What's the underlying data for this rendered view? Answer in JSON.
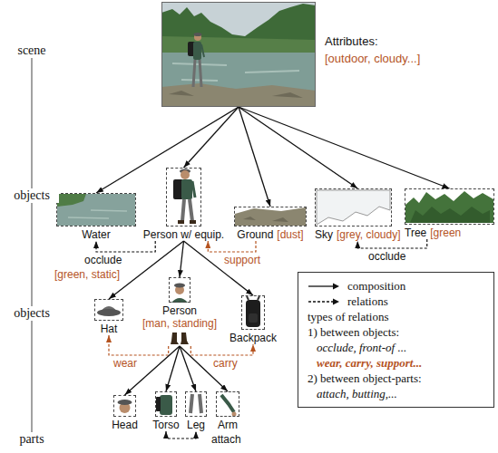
{
  "diagram": {
    "nodes": [
      {
        "text": [
          "Attributes:",
          "[outdoor, cloudy...]"
        ]
      },
      {
        "text": [
          "Water"
        ]
      },
      {
        "text": [
          "Person w/ equip."
        ]
      },
      {
        "text": [
          "Ground",
          "[dust]"
        ]
      },
      {
        "text": [
          "Sky",
          "[grey, cloudy]"
        ]
      },
      {
        "text": [
          "Tree",
          "[green"
        ]
      },
      {
        "text": [
          "Hat"
        ]
      },
      {
        "text": [
          "Person",
          "[man, standing]"
        ]
      },
      {
        "text": [
          "Backpack"
        ]
      },
      {
        "text": [
          "Head"
        ]
      },
      {
        "text": [
          "Torso"
        ]
      },
      {
        "text": [
          "Leg"
        ]
      },
      {
        "text": [
          "Arm"
        ]
      }
    ],
    "edges": [
      {
        "from": 0,
        "to": 1,
        "arrow": "to"
      },
      {
        "from": 0,
        "to": 2,
        "arrow": "to"
      },
      {
        "from": 0,
        "to": 3,
        "arrow": "to"
      },
      {
        "from": 0,
        "to": 4,
        "arrow": "to"
      },
      {
        "from": 0,
        "to": 5,
        "arrow": "to"
      },
      {
        "from": 2,
        "to": 1,
        "label": "occlude",
        "arrow": "to"
      },
      {
        "from": 3,
        "to": 2,
        "label": "support",
        "arrow": "to"
      },
      {
        "from": 5,
        "to": 4,
        "label": "occlude",
        "arrow": "to"
      },
      {
        "from": 2,
        "to": 6,
        "arrow": "to"
      },
      {
        "from": 2,
        "to": 7,
        "arrow": "to"
      },
      {
        "from": 2,
        "to": 8,
        "arrow": "to"
      },
      {
        "from": 7,
        "to": 6,
        "label": "wear",
        "arrow": "to"
      },
      {
        "from": 7,
        "to": 8,
        "label": "carry",
        "arrow": "to"
      },
      {
        "from": 7,
        "to": 9,
        "arrow": "to"
      },
      {
        "from": 7,
        "to": 10,
        "arrow": "to"
      },
      {
        "from": 7,
        "to": 11,
        "arrow": "to"
      },
      {
        "from": 7,
        "to": 12,
        "arrow": "to"
      },
      {
        "from": 10,
        "to": 11,
        "label": "attach",
        "arrow": "both"
      }
    ],
    "labels": [
      "scene",
      "objects",
      "objects",
      "parts",
      "[green, static]",
      "types of relations",
      "1) between objects:",
      "occlude, front-of ...",
      "wear, carry, support...",
      "2) between object-parts:",
      "attach, butting,..."
    ],
    "legend": [
      {
        "text": "composition"
      },
      {
        "text": "relations"
      }
    ]
  }
}
